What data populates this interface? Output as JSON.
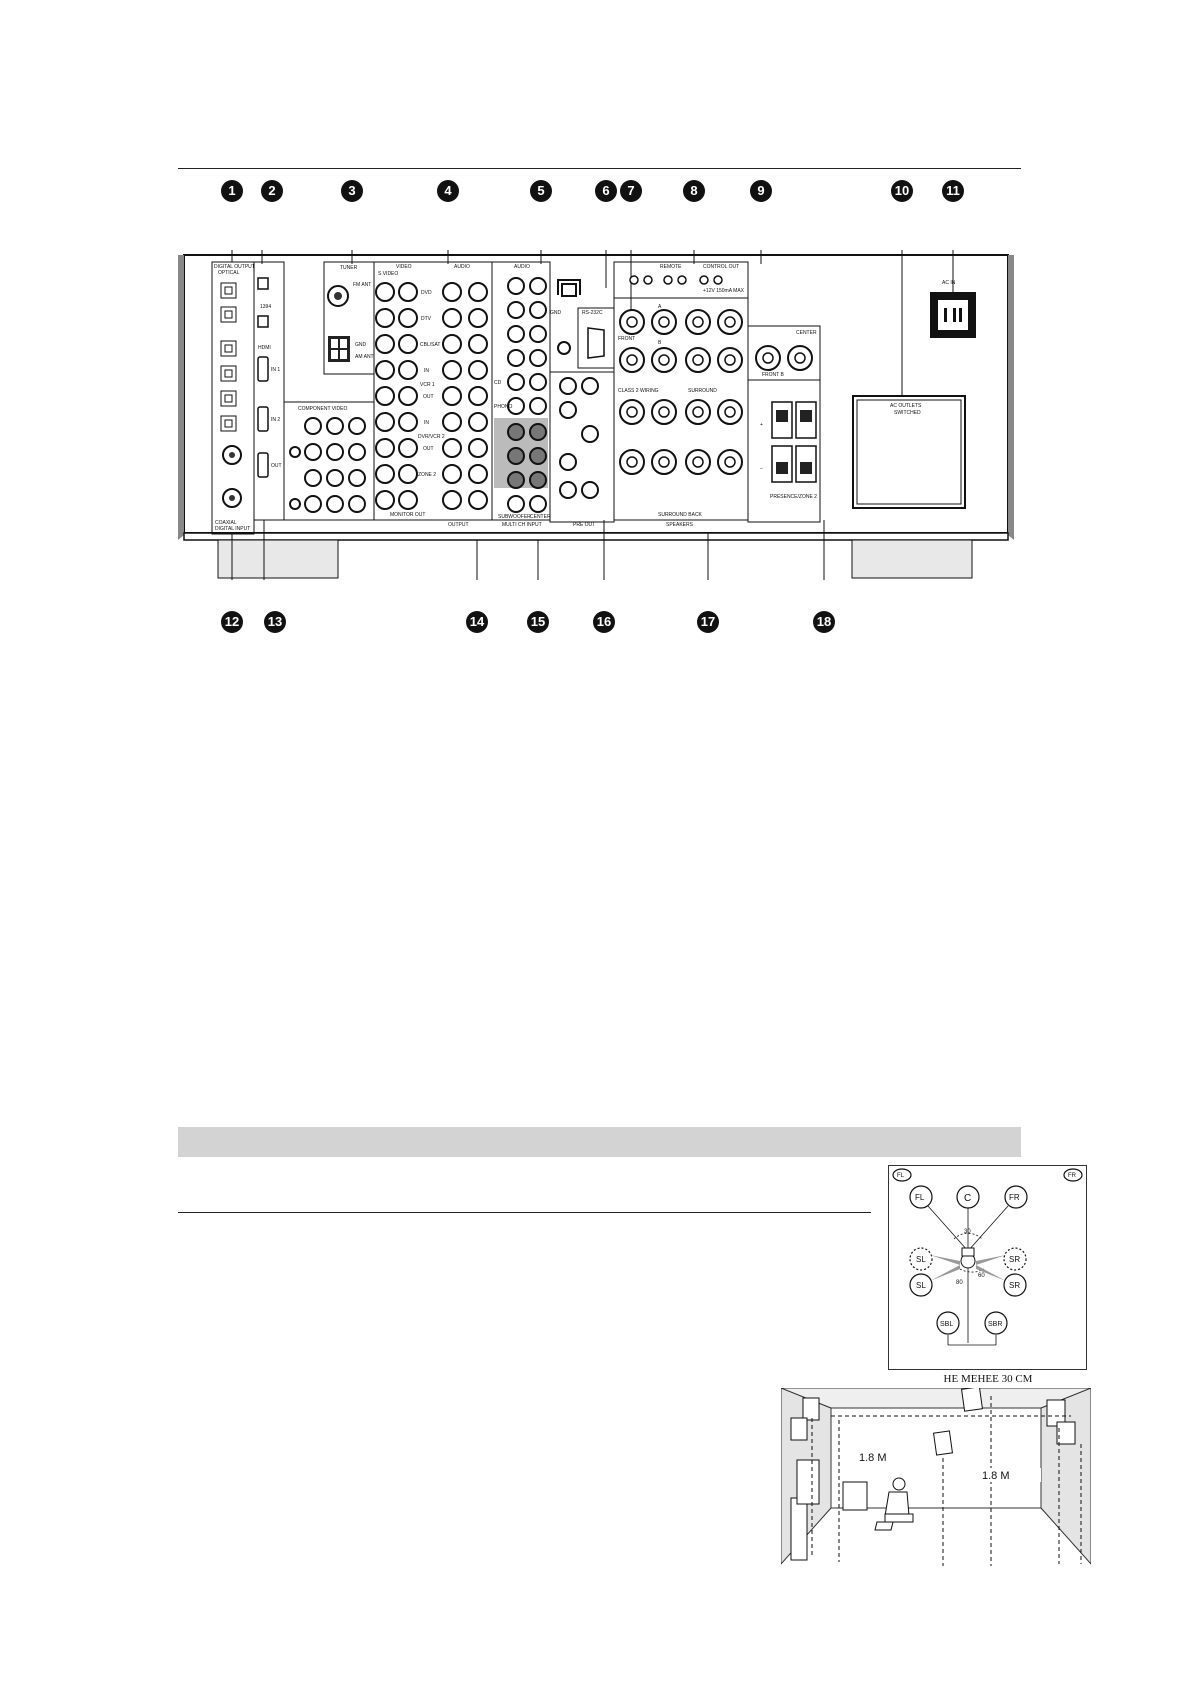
{
  "callouts_top": [
    "1",
    "2",
    "3",
    "4",
    "5",
    "6",
    "7",
    "8",
    "9",
    "10",
    "11"
  ],
  "callouts_bottom": [
    "12",
    "13",
    "14",
    "15",
    "16",
    "17",
    "18"
  ],
  "panel": {
    "digital_output": "DIGITAL OUTPUT",
    "optical": "OPTICAL",
    "digital_input": "DIGITAL INPUT",
    "coaxial": "COAXIAL",
    "tuner": "TUNER",
    "fm_ant": "FM ANT",
    "am_ant": "AM ANT",
    "gnd": "GND",
    "video": "VIDEO",
    "audio": "AUDIO",
    "s_video": "S VIDEO",
    "dvd": "DVD",
    "dtv": "DTV",
    "cbl_sat": "CBL/SAT",
    "vcr1": "VCR 1",
    "dvr_vcr2": "DVR/VCR 2",
    "zone2": "ZONE 2",
    "in": "IN",
    "out": "OUT",
    "component_video": "COMPONENT VIDEO",
    "hdmi": "HDMI",
    "hdmi_in1": "IN 1",
    "hdmi_in2": "IN 2",
    "hdmi_out": "OUT",
    "ieee1394": "1394",
    "output": "OUTPUT",
    "monitor_out": "MONITOR OUT",
    "multi_ch_input": "MULTI CH INPUT",
    "subwoofer": "SUBWOOFER",
    "center": "CENTER",
    "phono": "PHONO",
    "cd": "CD",
    "rs232c": "RS-232C",
    "remote": "REMOTE",
    "control_out": "CONTROL OUT",
    "control_out_spec": "+12V 150mA MAX",
    "front": "FRONT",
    "surround": "SURROUND",
    "center_spk": "CENTER",
    "front_b": "FRONT B",
    "class2_wiring": "CLASS 2 WIRING",
    "surround_back": "SURROUND BACK",
    "speakers": "SPEAKERS",
    "pre_out": "PRE OUT",
    "pre_zone2": "PRESENCE/ZONE 2",
    "ac_outlets": "AC OUTLETS",
    "switched": "SWITCHED",
    "ac_in": "AC IN",
    "spk_a": "A",
    "spk_b": "B",
    "plus": "+",
    "minus": "−"
  },
  "layout_diagram": {
    "fl_tag": "FL",
    "fr_tag": "FR",
    "fl": "FL",
    "c": "C",
    "fr": "FR",
    "sl": "SL",
    "sr": "SR",
    "sbl": "SBL",
    "sbr": "SBR",
    "angle_30": "30",
    "angle_60": "60",
    "angle_80": "80",
    "caption": "HE MEHEE 30 CM"
  },
  "room_diagram": {
    "height_left": "1.8 M",
    "height_right": "1.8 M"
  }
}
